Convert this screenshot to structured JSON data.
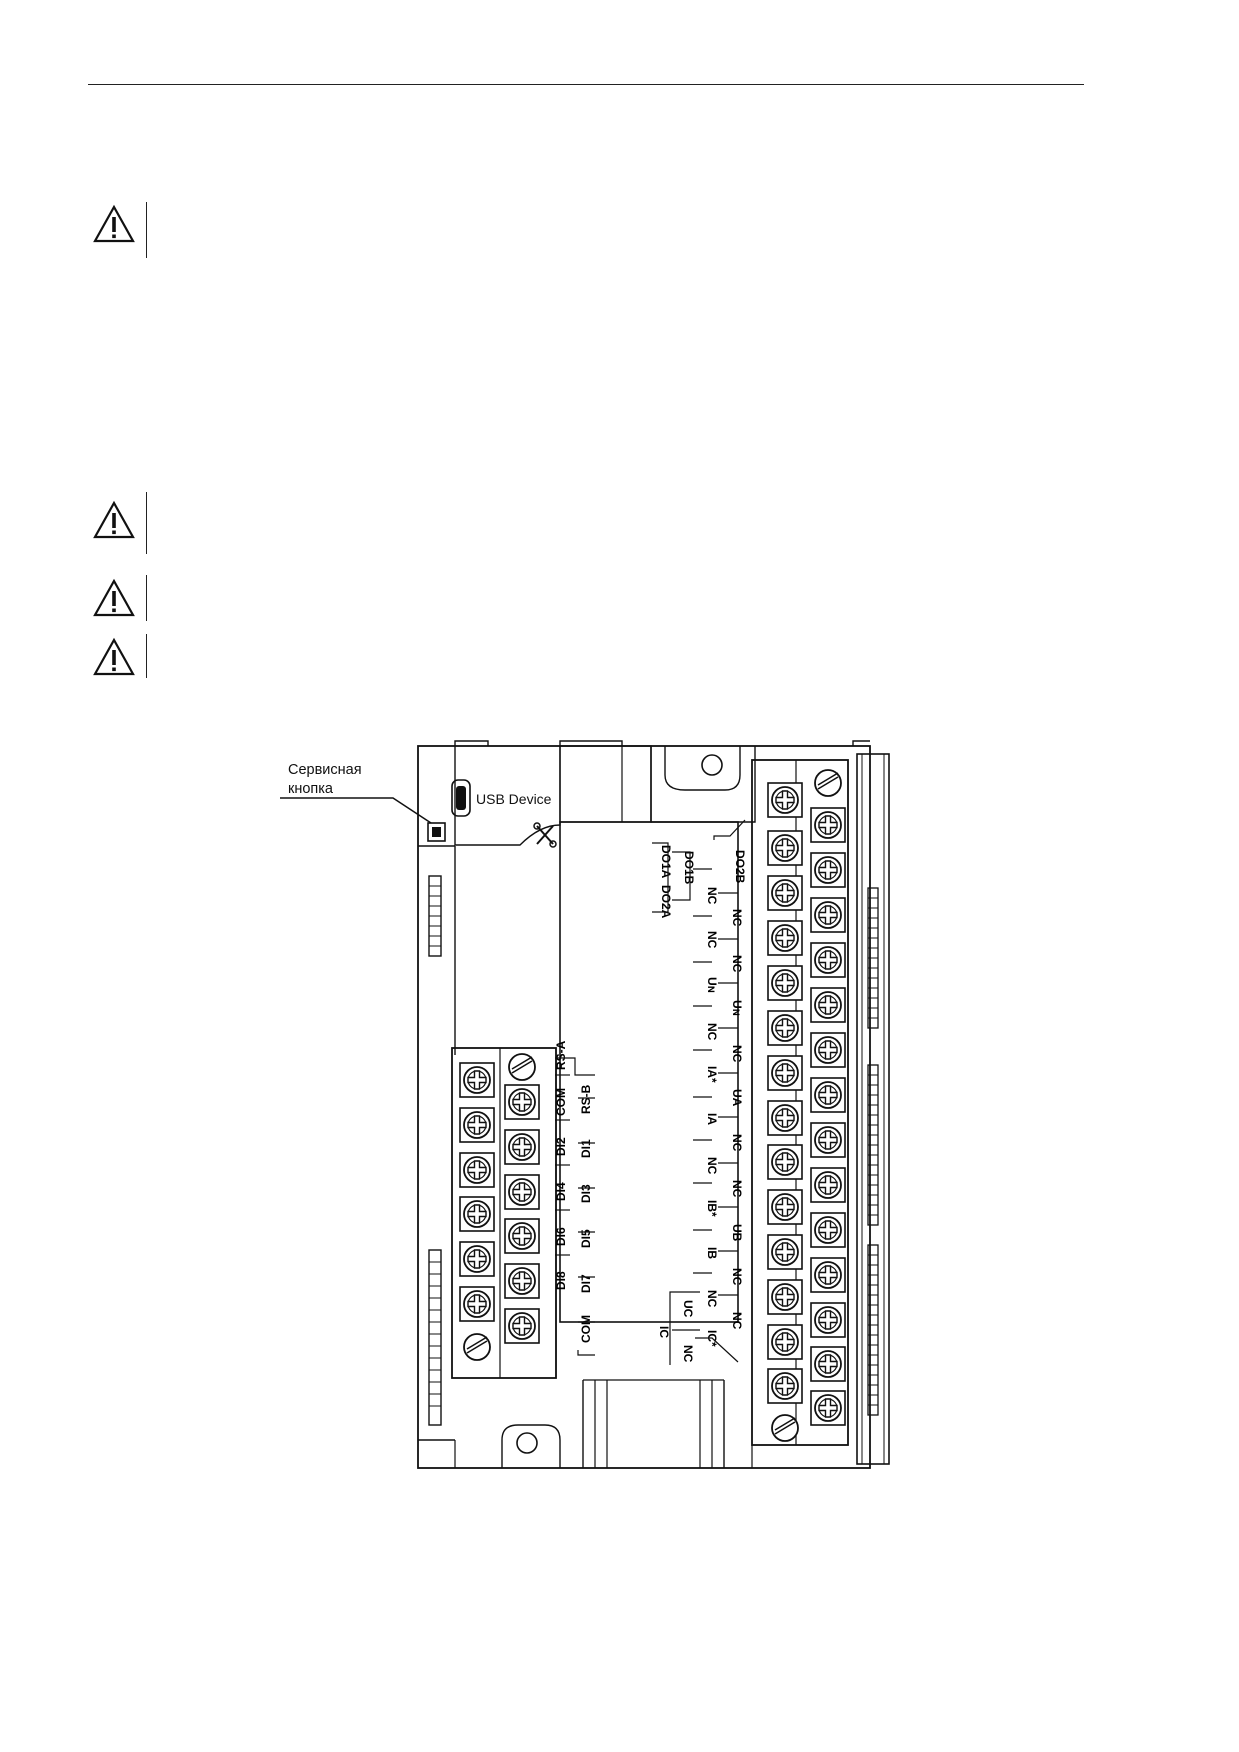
{
  "page": {
    "warnings": [
      {
        "id": "warning-1"
      },
      {
        "id": "warning-2"
      },
      {
        "id": "warning-3"
      },
      {
        "id": "warning-4"
      }
    ]
  },
  "diagram": {
    "callout_label_line1": "Сервисная",
    "callout_label_line2": "кнопка",
    "usb_label": "USB Device",
    "do_labels": {
      "do1a": "DO1A",
      "do2a": "DO2A",
      "do1b": "DO1B",
      "do2b": "DO2B"
    },
    "inner_column": [
      "NC",
      "NC",
      "Uɴ",
      "NC",
      "IA*",
      "IA",
      "NC",
      "IB*",
      "IB",
      "NC",
      "IC*"
    ],
    "outer_column": [
      "NC",
      "NC",
      "Uɴ",
      "NC",
      "UA",
      "NC",
      "NC",
      "UB",
      "NC",
      "NC"
    ],
    "uc_label": "UC",
    "ic_label": "IC",
    "nc_bottom_label": "NC",
    "left_block_col1": [
      "RS-A",
      "COM",
      "DI2",
      "DI4",
      "DI6",
      "DI8"
    ],
    "left_block_col2": [
      "RS-B",
      "DI1",
      "DI3",
      "DI5",
      "DI7",
      "COM"
    ]
  }
}
